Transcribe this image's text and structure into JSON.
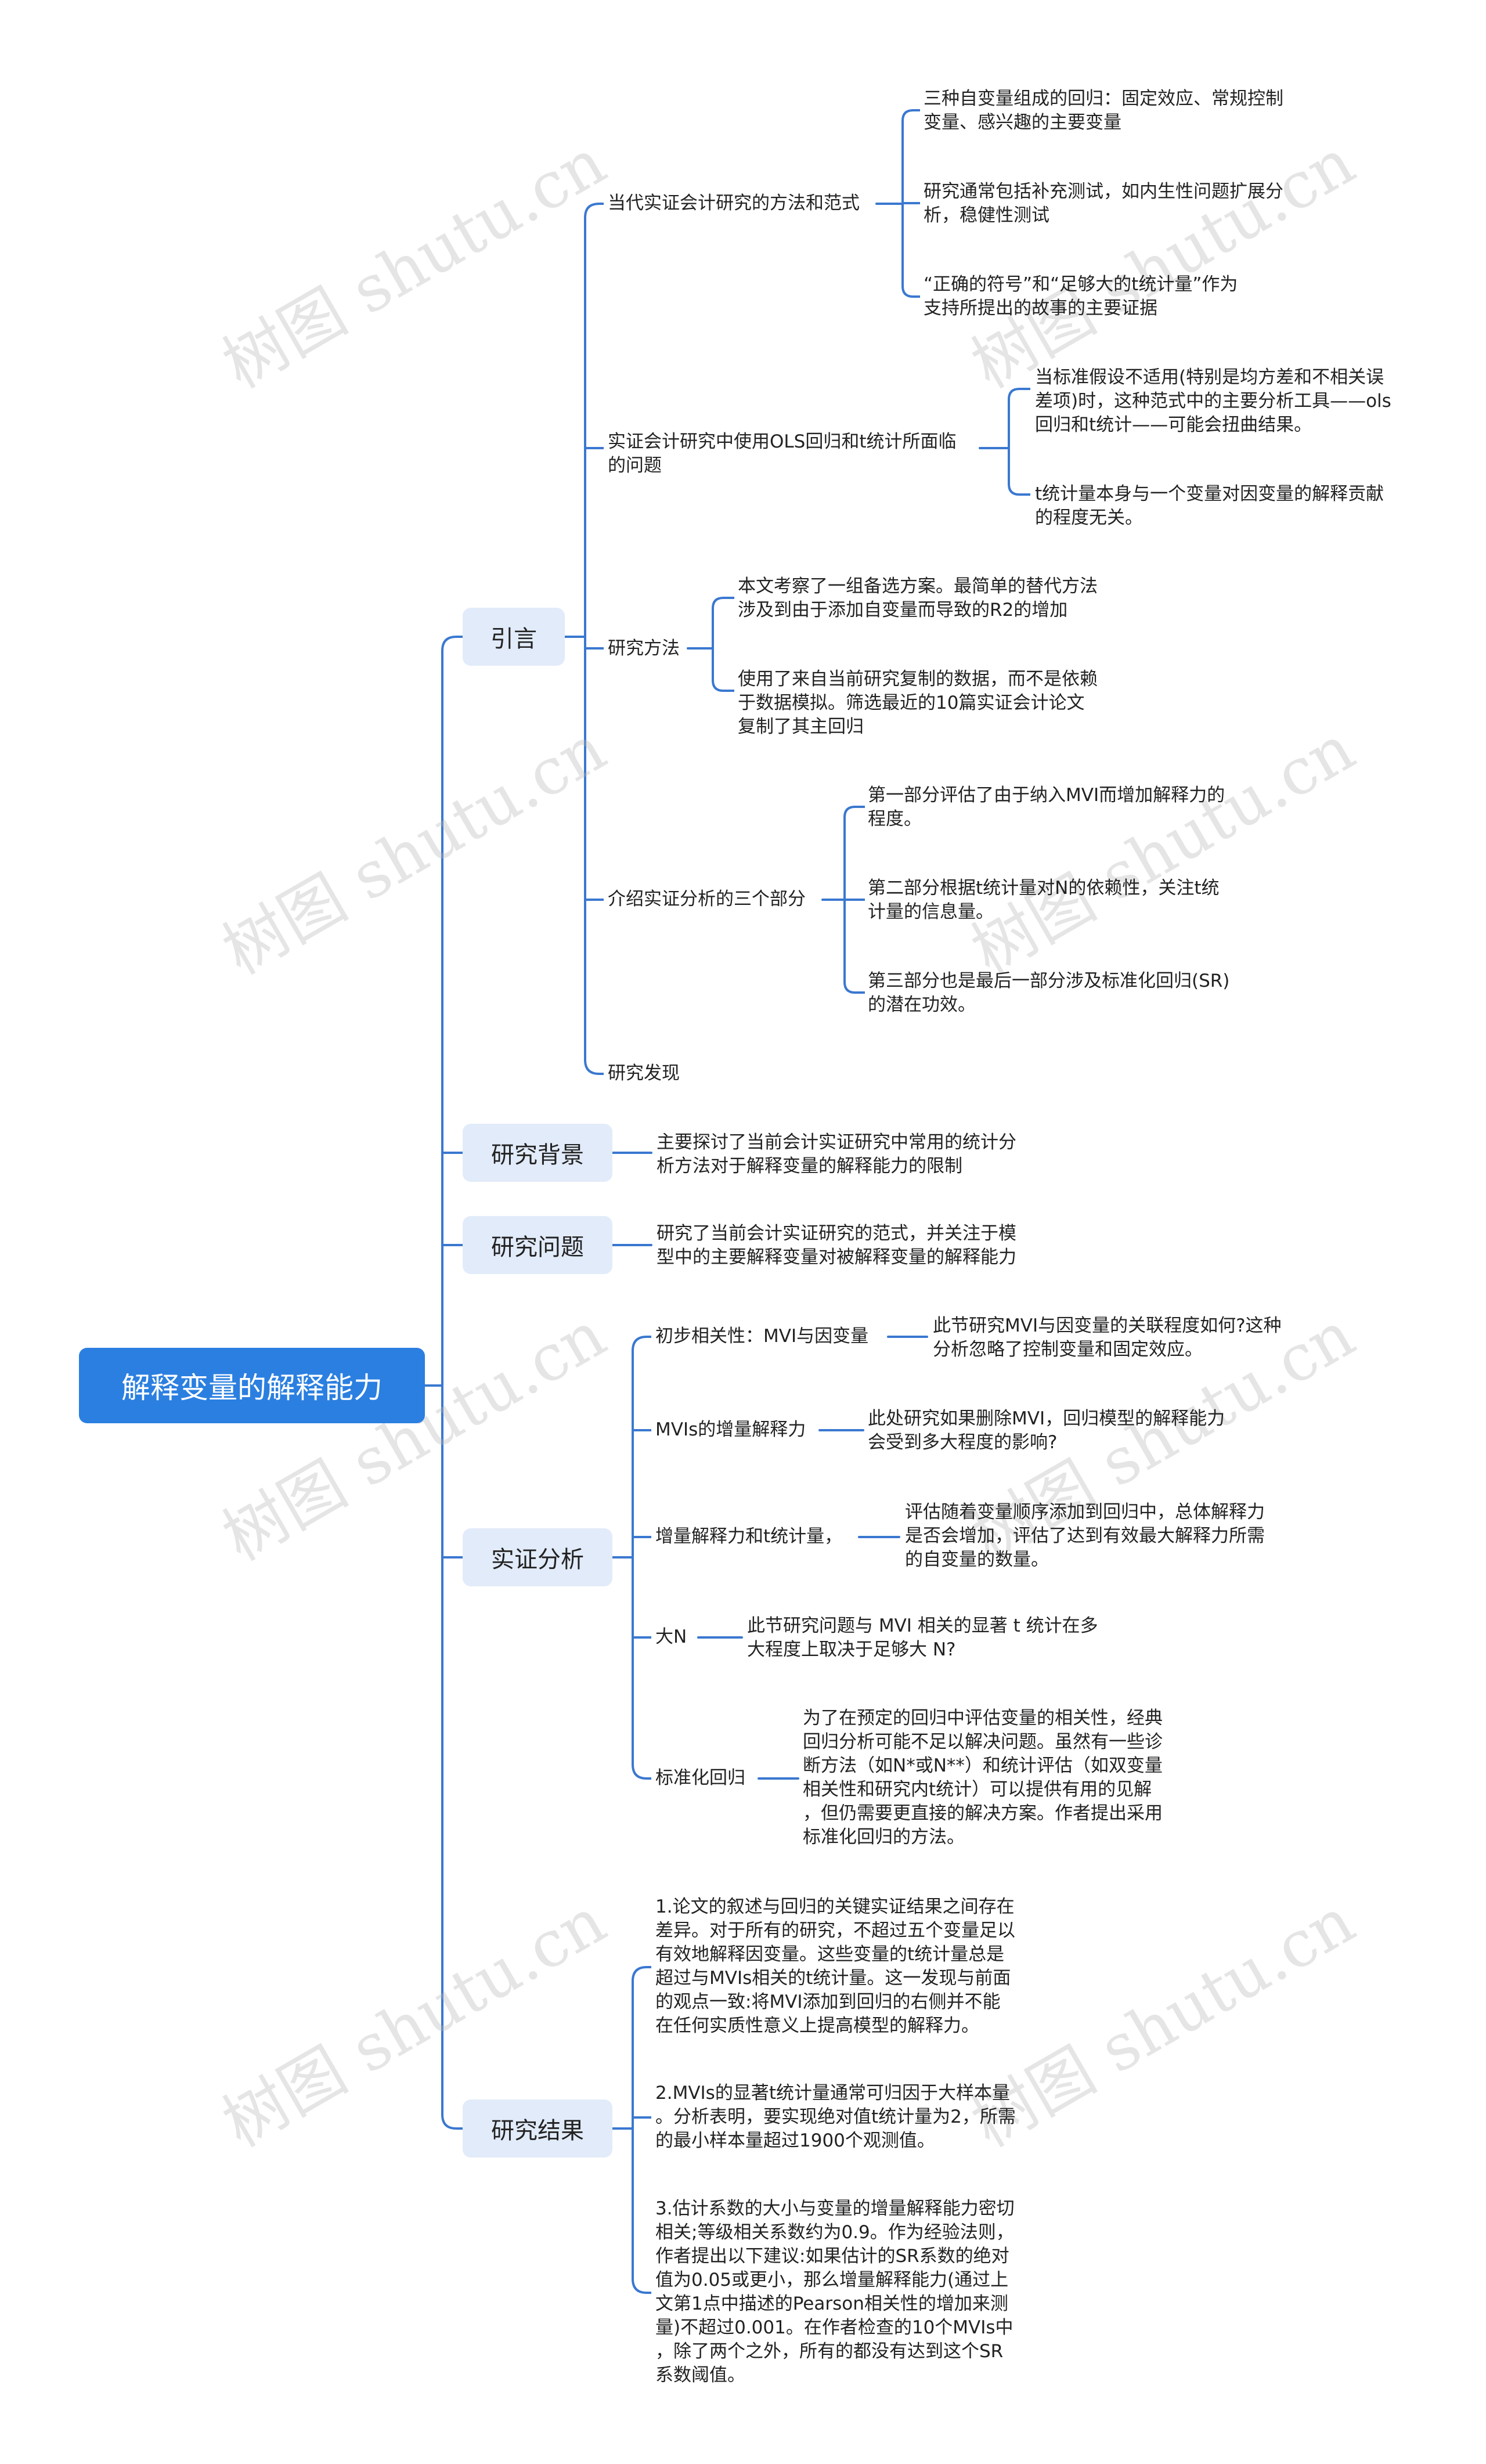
{
  "root": "解释变量的解释能力",
  "watermark": "树图 shutu.cn",
  "sections": {
    "intro": "引言",
    "background": "研究背景",
    "question": "研究问题",
    "empirical": "实证分析",
    "results": "研究结果"
  },
  "intro": {
    "methods": {
      "label": "当代实证会计研究的方法和范式",
      "c1": "三种自变量组成的回归：固定效应、常规控制\n变量、感兴趣的主要变量",
      "c2": "研究通常包括补充测试，如内生性问题扩展分\n析，稳健性测试",
      "c3": "“正确的符号”和“足够大的t统计量”作为\n支持所提出的故事的主要证据"
    },
    "ols": {
      "label": "实证会计研究中使用OLS回归和t统计所面临\n的问题",
      "c1": "当标准假设不适用(特别是均方差和不相关误\n差项)时，这种范式中的主要分析工具——ols\n回归和t统计——可能会扭曲结果。",
      "c2": "t统计量本身与一个变量对因变量的解释贡献\n的程度无关。"
    },
    "approach": {
      "label": "研究方法",
      "c1": "本文考察了一组备选方案。最简单的替代方法\n涉及到由于添加自变量而导致的R2的增加",
      "c2": "使用了来自当前研究复制的数据，而不是依赖\n于数据模拟。筛选最近的10篇实证会计论文\n复制了其主回归"
    },
    "parts": {
      "label": "介绍实证分析的三个部分",
      "c1": "第一部分评估了由于纳入MVI而增加解释力的\n程度。",
      "c2": "第二部分根据t统计量对N的依赖性，关注t统\n计量的信息量。",
      "c3": "第三部分也是最后一部分涉及标准化回归(SR)\n的潜在功效。"
    },
    "findings": "研究发现"
  },
  "background_text": "主要探讨了当前会计实证研究中常用的统计分\n析方法对于解释变量的解释能力的限制",
  "question_text": "研究了当前会计实证研究的范式，并关注于模\n型中的主要解释变量对被解释变量的解释能力",
  "empirical": {
    "corr": {
      "label": "初步相关性：MVI与因变量",
      "text": "此节研究MVI与因变量的关联程度如何?这种\n分析忽略了控制变量和固定效应。"
    },
    "incr": {
      "label": "MVIs的增量解释力",
      "text": "此处研究如果删除MVI，回归模型的解释能力\n会受到多大程度的影响?"
    },
    "tstat": {
      "label": "增量解释力和t统计量，",
      "text": "评估随着变量顺序添加到回归中，总体解释力\n是否会增加，评估了达到有效最大解释力所需\n的自变量的数量。"
    },
    "bign": {
      "label": "大N",
      "text": "此节研究问题与 MVI 相关的显著 t 统计在多\n大程度上取决于足够大 N?"
    },
    "sr": {
      "label": "标准化回归",
      "text": "为了在预定的回归中评估变量的相关性，经典\n回归分析可能不足以解决问题。虽然有一些诊\n断方法（如N*或N**）和统计评估（如双变量\n相关性和研究内t统计）可以提供有用的见解\n，但仍需要更直接的解决方案。作者提出采用\n标准化回归的方法。"
    }
  },
  "results": {
    "r1": "1.论文的叙述与回归的关键实证结果之间存在\n差异。对于所有的研究，不超过五个变量足以\n有效地解释因变量。这些变量的t统计量总是\n超过与MVIs相关的t统计量。这一发现与前面\n的观点一致:将MVI添加到回归的右侧并不能\n在任何实质性意义上提高模型的解释力。",
    "r2": "2.MVIs的显著t统计量通常可归因于大样本量\n。分析表明，要实现绝对值t统计量为2，所需\n的最小样本量超过1900个观测值。",
    "r3": "3.估计系数的大小与变量的增量解释能力密切\n相关;等级相关系数约为0.9。作为经验法则，\n作者提出以下建议:如果估计的SR系数的绝对\n值为0.05或更小，那么增量解释能力(通过上\n文第1点中描述的Pearson相关性的增加来测\n量)不超过0.001。在作者检查的10个MVIs中\n，除了两个之外，所有的都没有达到这个SR\n系数阈值。"
  },
  "colors": {
    "line": "#3a78d0",
    "root": "#2b7fe0",
    "section": "#e2ebf9"
  }
}
